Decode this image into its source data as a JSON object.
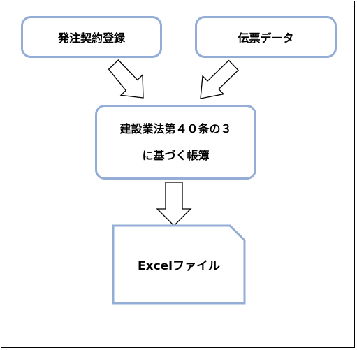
{
  "diagram": {
    "nodes": {
      "order_registration": {
        "label": "発注契約登録"
      },
      "slip_data": {
        "label": "伝票データ"
      },
      "ledger": {
        "line1": "建設業法第４０条の３",
        "line2": "に基づく帳簿"
      },
      "excel_file": {
        "label": "Excelファイル"
      }
    },
    "edges": [
      {
        "from": "order_registration",
        "to": "ledger"
      },
      {
        "from": "slip_data",
        "to": "ledger"
      },
      {
        "from": "ledger",
        "to": "excel_file"
      }
    ],
    "colors": {
      "node_border": "#94add6",
      "arrow_stroke": "#000000",
      "frame_border": "#000000",
      "background": "#ffffff"
    }
  }
}
